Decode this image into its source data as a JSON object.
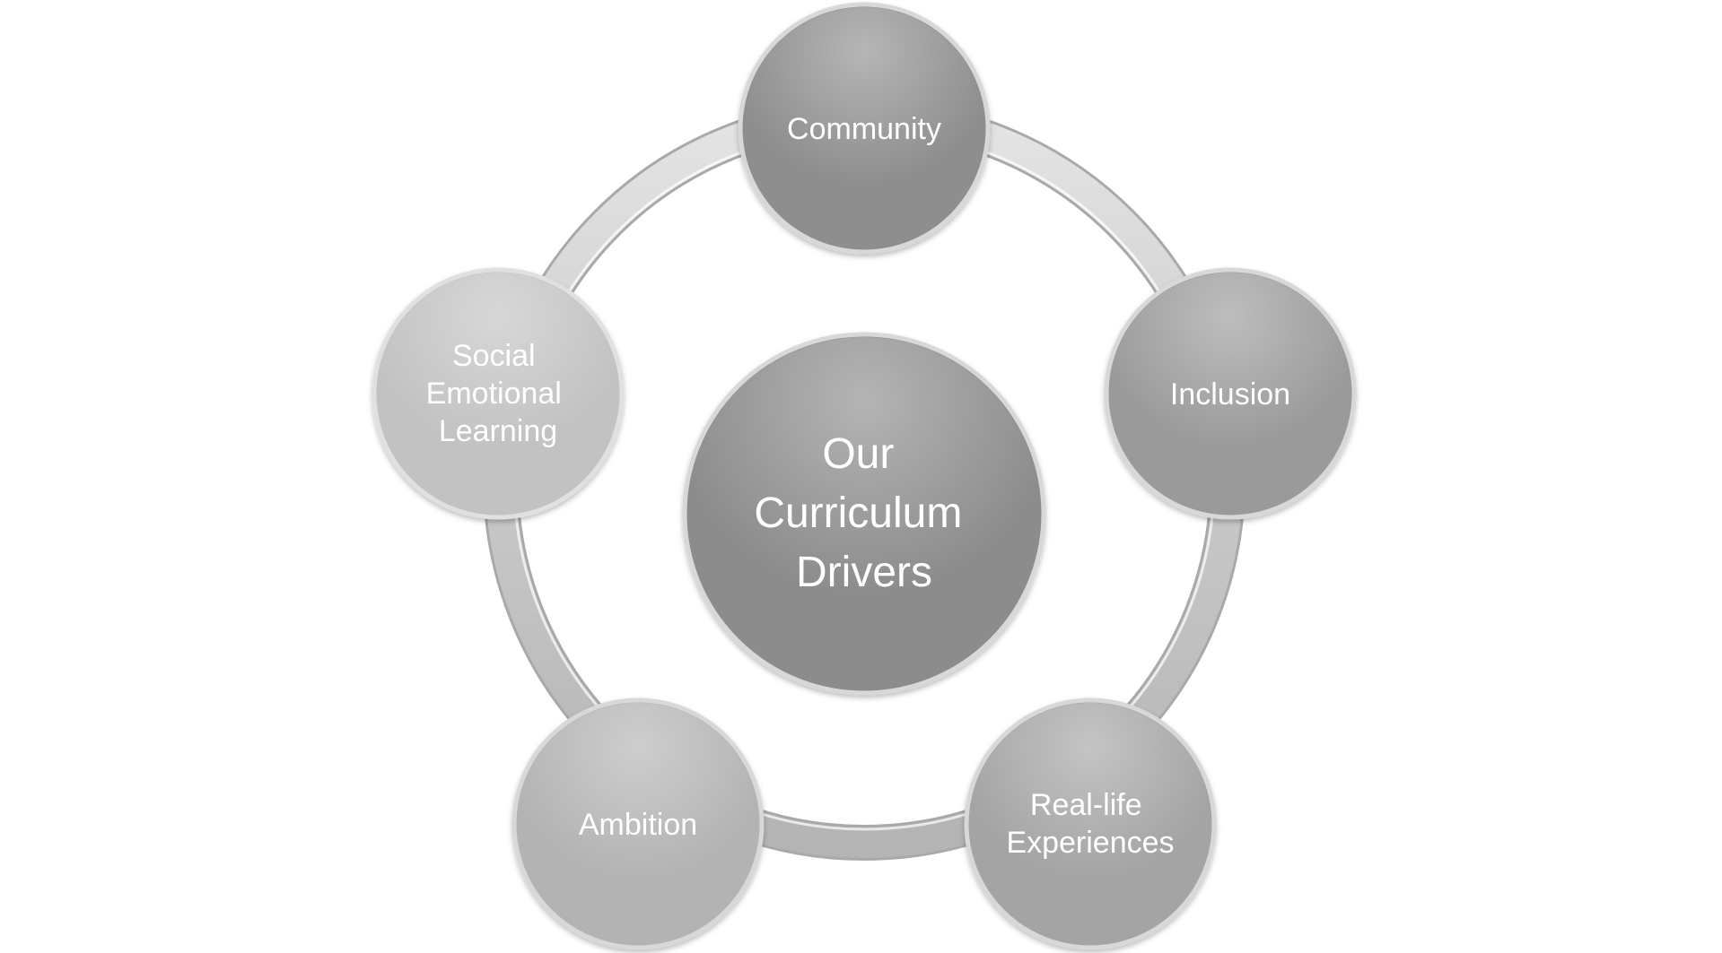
{
  "diagram": {
    "center": {
      "lines": [
        "Our",
        "Curriculum",
        "Drivers"
      ],
      "color": "#8c8c8c"
    },
    "drivers": [
      {
        "id": "community",
        "lines": [
          "Community"
        ],
        "color": "#8e8e8e"
      },
      {
        "id": "inclusion",
        "lines": [
          "Inclusion"
        ],
        "color": "#9a9a9a"
      },
      {
        "id": "real-life-experiences",
        "lines": [
          "Real-life",
          "Experiences"
        ],
        "color": "#a4a4a4"
      },
      {
        "id": "ambition",
        "lines": [
          "Ambition"
        ],
        "color": "#b3b3b3"
      },
      {
        "id": "social-emotional-learning",
        "lines": [
          "Social",
          "Emotional",
          "Learning"
        ],
        "color": "#c2c2c2"
      }
    ],
    "ring_color": "#c8c8c8"
  }
}
